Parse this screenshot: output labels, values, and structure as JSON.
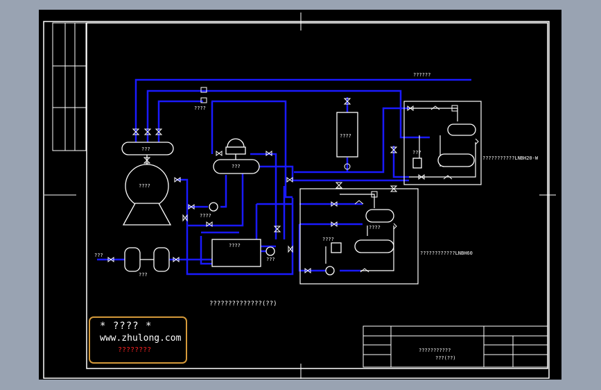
{
  "labels": {
    "pipe_top": "??????",
    "unit_a": "???????????LNBH20-W",
    "unit_b": "????????????LNBH60",
    "receiver": "???",
    "vessel_top": "???",
    "tank_mid": "???",
    "compressor": "????",
    "tall_tank": "????",
    "valve_group": "????",
    "pump_left": "????",
    "small_1": "???",
    "ctrl_box": "????",
    "ctrl_small": "????",
    "pump_label": "???",
    "inlet": "???",
    "filter": "???",
    "unit_a_tag": "???",
    "unit_b_tag": "????",
    "diagram_title": "??????????????(??)",
    "title_block_1": "???????????",
    "title_block_2": "???(??)"
  },
  "stamp": {
    "line1": "* ???? *",
    "line2": "www.zhulong.com",
    "line3": "????????"
  },
  "colors": {
    "pipe": "#1a1aff",
    "line": "#ffffff",
    "stamp_border": "#d59a3a",
    "stamp_red": "#ff2020"
  }
}
